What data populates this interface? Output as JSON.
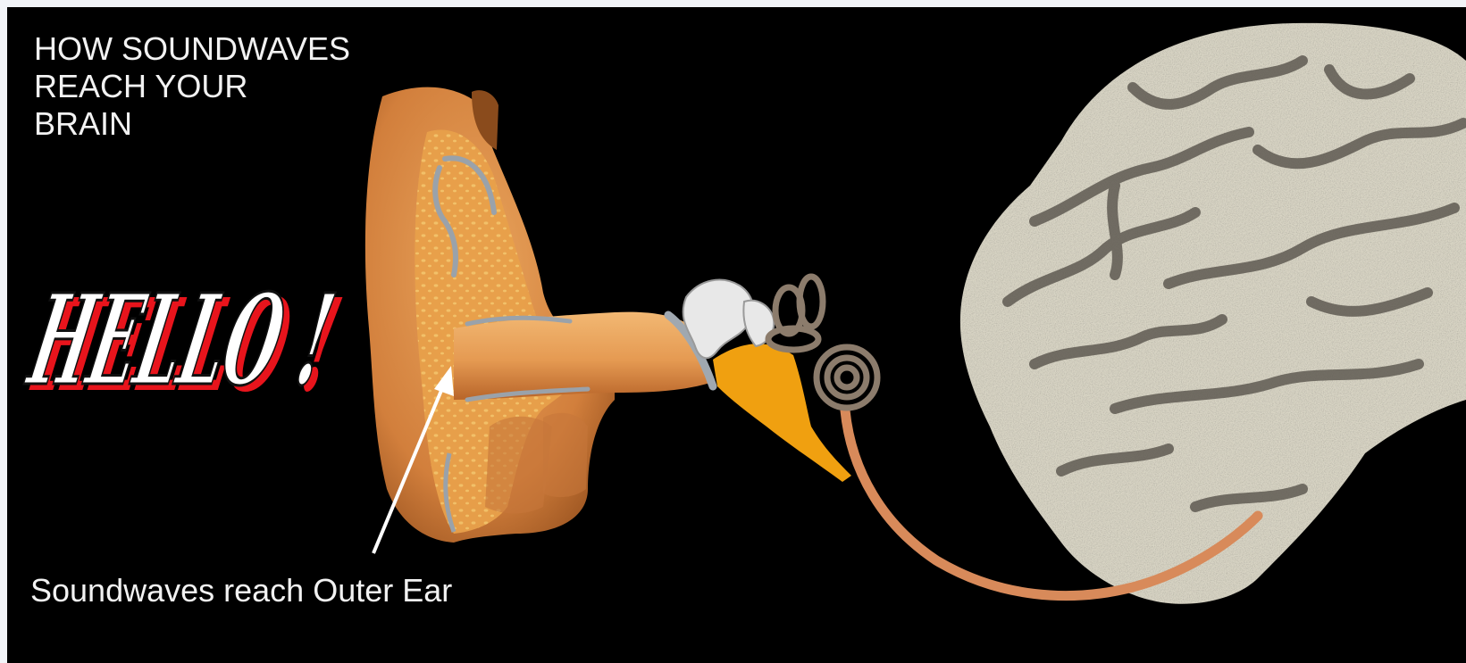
{
  "title": "HOW SOUNDWAVES\nREACH YOUR\nBRAIN",
  "greeting": "HELLO !",
  "caption": "Soundwaves reach Outer Ear",
  "colors": {
    "background": "#000000",
    "skin": "#d98a45",
    "skin_dark": "#a65a24",
    "fat": "#e6a23c",
    "brain": "#d8d4c4",
    "brain_fold": "#6f6a60",
    "bone": "#e8e8e8",
    "eustachian": "#f0a010",
    "cochlea": "#8c7c6c",
    "nerve": "#d88a5a",
    "text": "#f2f2f2",
    "greeting_shadow": "#e8141c"
  }
}
